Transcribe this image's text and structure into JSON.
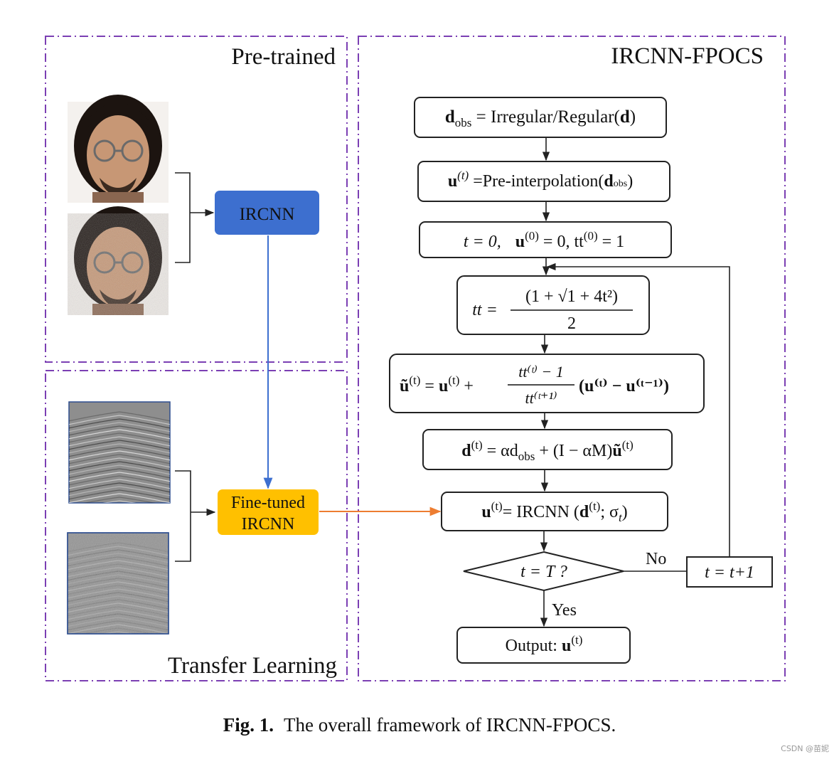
{
  "panels": {
    "pretrained_title": "Pre-trained",
    "transfer_title": "Transfer Learning",
    "ircnn_fpocs_title": "IRCNN-FPOCS"
  },
  "nodes": {
    "ircnn": "IRCNN",
    "finetuned_line1": "Fine-tuned",
    "finetuned_line2": "IRCNN"
  },
  "flow": {
    "b1_left": "d",
    "b1_sub": "obs",
    "b1_right": " = Irregular/Regular(",
    "b1_d": "d",
    "b1_close": ")",
    "b2_u": "u",
    "b2_sup": "(t)",
    "b2_mid": " =Pre-interpolation(",
    "b2_d": "d",
    "b2_sub": "obs",
    "b2_close": ")",
    "b3_t": "t = 0,",
    "b3_u": "u",
    "b3_sup": "(0)",
    "b3_rest": " = 0, tt",
    "b3_sup2": "(0)",
    "b3_end": " = 1",
    "b4_lhs": "tt =",
    "b4_num": "(1 + √1 + 4t²)",
    "b4_den": "2",
    "b5_lhs_u": "ũ",
    "b5_sup": "(t)",
    "b5_eq": " = ",
    "b5_u": "u",
    "b5_plus": " +",
    "b5_num": "tt⁽ᵗ⁾ − 1",
    "b5_den": "tt⁽ᵗ⁺¹⁾",
    "b5_paren": "(u⁽ᵗ⁾ − u⁽ᵗ⁻¹⁾)",
    "b6_d": "d",
    "b6_sup": "(t)",
    "b6_rest1": " = αd",
    "b6_sub": "obs",
    "b6_rest2": " + (I  − αM)",
    "b6_u": "ũ",
    "b6_sup2": "(t)",
    "b7_u": "u",
    "b7_sup": "(t)",
    "b7_mid": "= IRCNN (",
    "b7_d": "d",
    "b7_sup2": "(t)",
    "b7_end": "; σ",
    "b7_sub": "t",
    "b7_close": ")",
    "decision": "t = T ?",
    "no_label": "No",
    "yes_label": "Yes",
    "increment": "t = t+1",
    "output_label": "Output: ",
    "output_u": "u",
    "output_sup": "(t)"
  },
  "caption": {
    "prefix": "Fig. 1.",
    "text": "The overall framework of IRCNN-FPOCS."
  },
  "watermark": "CSDN @苗妮",
  "colors": {
    "panel_border": "#7b3fb3",
    "ircnn_fill": "#3d6fcf",
    "finetuned_fill": "#ffc000",
    "blue_arrow": "#3d6fcf",
    "orange_arrow": "#ed7d31",
    "pretrained_title": "#2f5fa8",
    "transfer_title": "#d9742b",
    "fpocs_title": "#c0141c"
  },
  "images": [
    "clean-face-photo",
    "noisy-face-photo",
    "seismic-clean-gather",
    "seismic-noisy-gather"
  ]
}
